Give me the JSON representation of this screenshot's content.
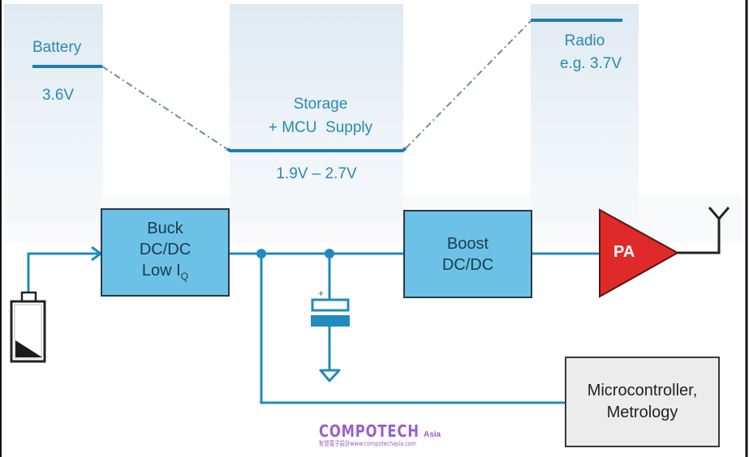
{
  "levels": {
    "battery": {
      "title": "Battery",
      "voltage": "3.6V"
    },
    "storage": {
      "title_line1": "Storage",
      "title_line2": "+ MCU  Supply",
      "voltage": "1.9V – 2.7V"
    },
    "radio": {
      "title": "Radio",
      "voltage": "e.g. 3.7V"
    }
  },
  "blocks": {
    "buck": {
      "line1": "Buck",
      "line2": "DC/DC",
      "line3_main": "Low I",
      "line3_sub": "Q"
    },
    "boost": {
      "line1": "Boost",
      "line2": "DC/DC"
    },
    "pa": {
      "label": "PA"
    },
    "mcu": {
      "line1": "Microcontroller,",
      "line2": "Metrology"
    }
  },
  "capacitor": {
    "polarity": "+"
  },
  "watermark": {
    "brand": "COMPOTECH",
    "suffix": "Asia",
    "tagline": "智慧電子設計www.compotechasia.com"
  },
  "colors": {
    "wire": "#1f8bbf",
    "block_fill": "#6cc2e6",
    "pa_fill": "#e02a2a",
    "level_band": "#e6f0f6",
    "brand": "#9b5fc8"
  }
}
